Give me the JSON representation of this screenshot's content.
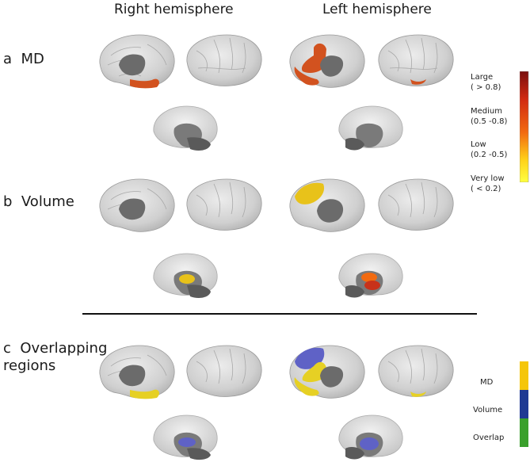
{
  "columns": {
    "right": "Right hemisphere",
    "left": "Left hemisphere"
  },
  "rows": {
    "md": {
      "letter": "a",
      "title": "MD"
    },
    "volume": {
      "letter": "b",
      "title": "Volume"
    },
    "overlap": {
      "letter": "c",
      "title_line1": "Overlapping",
      "title_line2": "regions"
    }
  },
  "effect_legend": {
    "items": [
      {
        "line1": "Large",
        "line2": "( > 0.8)"
      },
      {
        "line1": "Medium",
        "line2": "(0.5 -0.8)"
      },
      {
        "line1": "Low",
        "line2": "(0.2 -0.5)"
      },
      {
        "line1": "Very low",
        "line2": "( < 0.2)"
      }
    ],
    "colors": [
      "#7a0e0e",
      "#d12a12",
      "#f26a10",
      "#ffd21a",
      "#ffff40"
    ]
  },
  "overlap_legend": {
    "items": [
      {
        "label": "MD",
        "color": "#f5c60a"
      },
      {
        "label": "Volume",
        "color": "#1f3a93"
      },
      {
        "label": "Overlap",
        "color": "#3aa02c"
      }
    ]
  },
  "region_colors": {
    "md_red": "#d2521f",
    "volume_yellow": "#e8c21a",
    "overlap_yellow": "#e6d024",
    "overlap_blue": "#5f62c6",
    "cortex": "#d4d4d4",
    "subcortex": "#6b6b6b"
  }
}
